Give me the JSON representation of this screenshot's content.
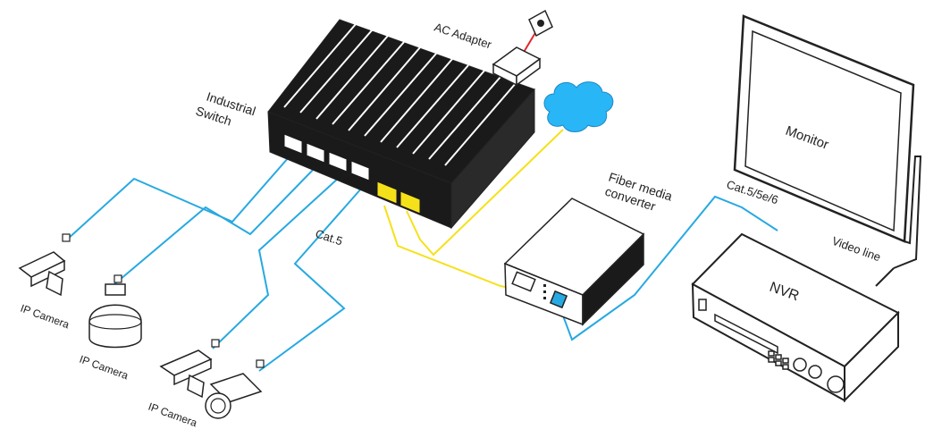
{
  "labels": {
    "industrial_switch_line1": "Industrial",
    "industrial_switch_line2": "Switch",
    "ac_adapter": "AC Adapter",
    "fiber_media_converter_line1": "Fiber media",
    "fiber_media_converter_line2": "converter",
    "monitor": "Monitor",
    "nvr": "NVR",
    "cat5": "Cat.5",
    "cat5_5e_6": "Cat.5/5e/6",
    "video_line": "Video line",
    "ip_camera_1": "IP Camera",
    "ip_camera_2": "IP Camera",
    "ip_camera_3": "IP Camera"
  },
  "colors": {
    "device_dark": "#1a1a1a",
    "device_edge": "#ffffff",
    "cable_ethernet": "#27a9e1",
    "cable_fiber": "#f5e11a",
    "cable_power": "#e3262b",
    "cloud": "#29b6f6",
    "outline": "#222222"
  }
}
